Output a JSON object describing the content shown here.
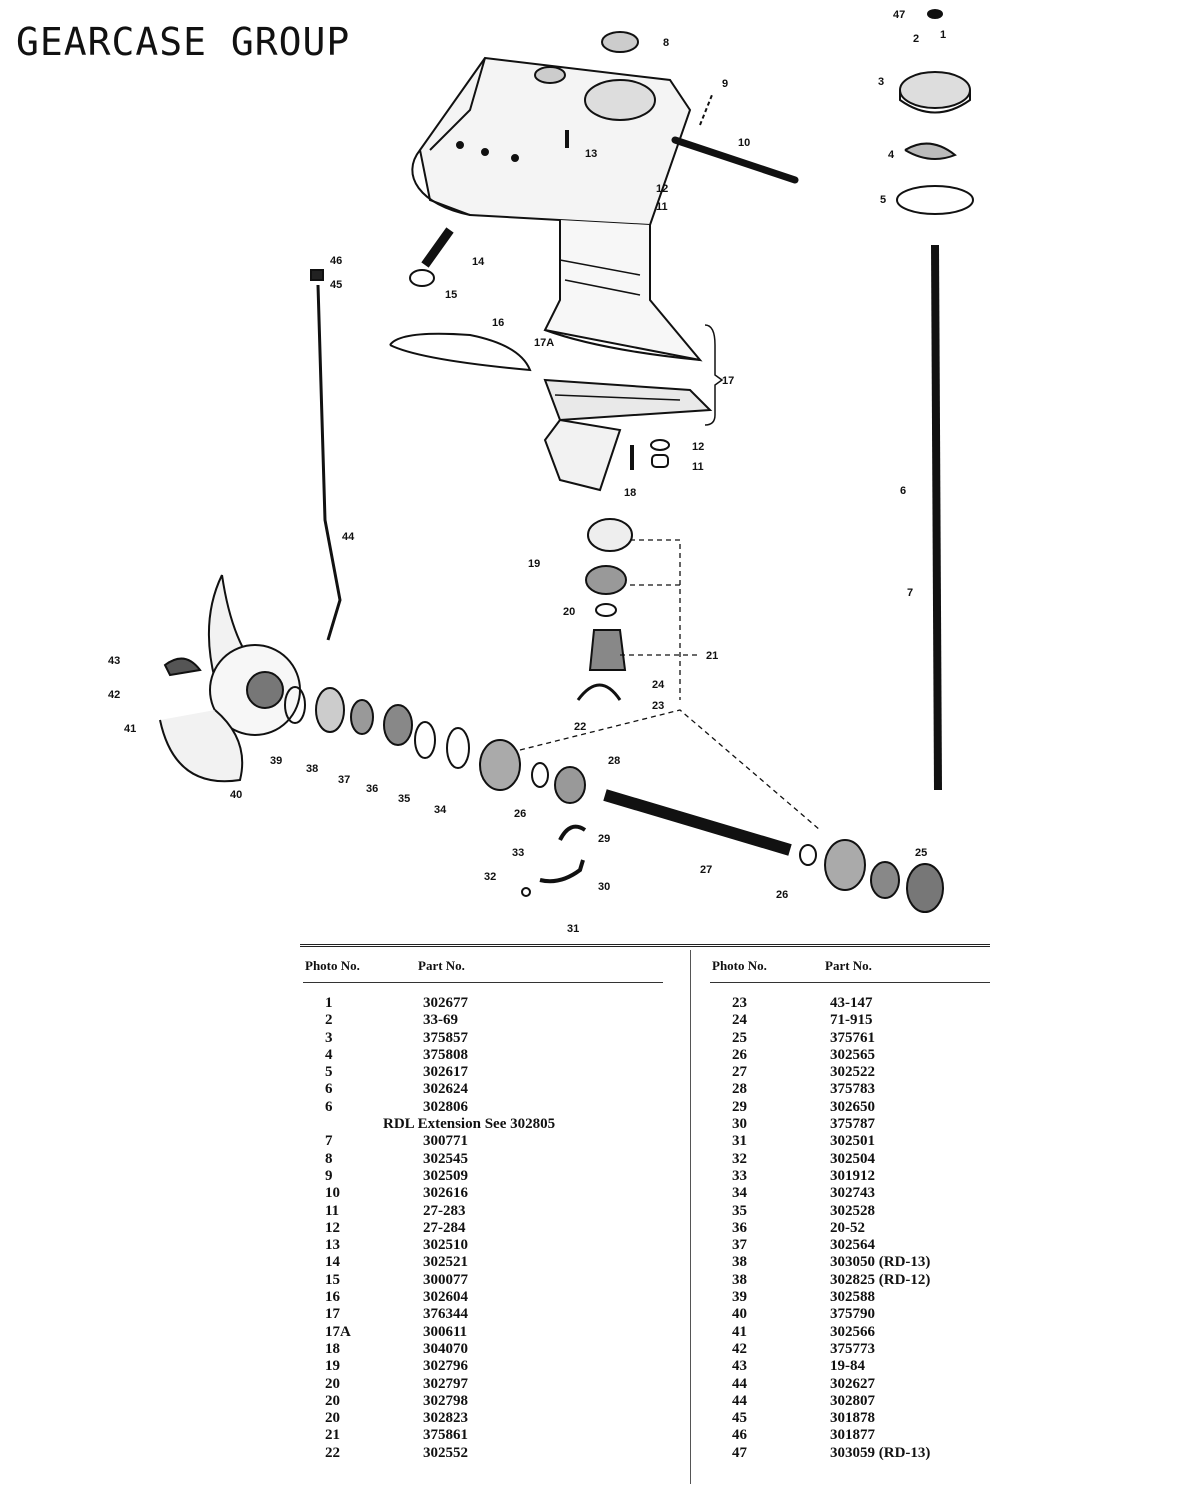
{
  "title": "GEARCASE GROUP",
  "callouts": {
    "c47": "47",
    "c2": "2",
    "c1": "1",
    "c3": "3",
    "c4": "4",
    "c5": "5",
    "c8": "8",
    "c9": "9",
    "c10": "10",
    "c13": "13",
    "c12a": "12",
    "c11a": "11",
    "c14": "14",
    "c15": "15",
    "c16": "16",
    "c17A": "17A",
    "c17": "17",
    "c12b": "12",
    "c11b": "11",
    "c18": "18",
    "c46": "46",
    "c45": "45",
    "c44": "44",
    "c6": "6",
    "c7": "7",
    "c19": "19",
    "c20": "20",
    "c21": "21",
    "c24": "24",
    "c23": "23",
    "c22": "22",
    "c43": "43",
    "c42": "42",
    "c41": "41",
    "c39": "39",
    "c40": "40",
    "c38": "38",
    "c37": "37",
    "c36": "36",
    "c35": "35",
    "c34": "34",
    "c28": "28",
    "c26a": "26",
    "c29": "29",
    "c33": "33",
    "c32": "32",
    "c30": "30",
    "c31": "31",
    "c27": "27",
    "c26b": "26",
    "c25": "25"
  },
  "table": {
    "header_photo": "Photo No.",
    "header_part": "Part No.",
    "left_rows": [
      {
        "photo": "1",
        "part": "302677"
      },
      {
        "photo": "2",
        "part": "33-69"
      },
      {
        "photo": "3",
        "part": "375857"
      },
      {
        "photo": "4",
        "part": "375808"
      },
      {
        "photo": "5",
        "part": "302617"
      },
      {
        "photo": "6",
        "part": "302624"
      },
      {
        "photo": "6",
        "part": "302806"
      },
      {
        "photo": "",
        "part": "RDL Extension See 302805",
        "note": true
      },
      {
        "photo": "7",
        "part": "300771"
      },
      {
        "photo": "8",
        "part": "302545"
      },
      {
        "photo": "9",
        "part": "302509"
      },
      {
        "photo": "10",
        "part": "302616"
      },
      {
        "photo": "11",
        "part": "27-283"
      },
      {
        "photo": "12",
        "part": "27-284"
      },
      {
        "photo": "13",
        "part": "302510"
      },
      {
        "photo": "14",
        "part": "302521"
      },
      {
        "photo": "15",
        "part": "300077"
      },
      {
        "photo": "16",
        "part": "302604"
      },
      {
        "photo": "17",
        "part": "376344"
      },
      {
        "photo": "17A",
        "part": "300611"
      },
      {
        "photo": "18",
        "part": "304070"
      },
      {
        "photo": "19",
        "part": "302796"
      },
      {
        "photo": "20",
        "part": "302797"
      },
      {
        "photo": "20",
        "part": "302798"
      },
      {
        "photo": "20",
        "part": "302823"
      },
      {
        "photo": "21",
        "part": "375861"
      },
      {
        "photo": "22",
        "part": "302552"
      }
    ],
    "right_rows": [
      {
        "photo": "23",
        "part": "43-147"
      },
      {
        "photo": "24",
        "part": "71-915"
      },
      {
        "photo": "25",
        "part": "375761"
      },
      {
        "photo": "26",
        "part": "302565"
      },
      {
        "photo": "27",
        "part": "302522"
      },
      {
        "photo": "28",
        "part": "375783"
      },
      {
        "photo": "29",
        "part": "302650"
      },
      {
        "photo": "30",
        "part": "375787"
      },
      {
        "photo": "31",
        "part": "302501"
      },
      {
        "photo": "32",
        "part": "302504"
      },
      {
        "photo": "33",
        "part": "301912"
      },
      {
        "photo": "34",
        "part": "302743"
      },
      {
        "photo": "35",
        "part": "302528"
      },
      {
        "photo": "36",
        "part": "20-52"
      },
      {
        "photo": "37",
        "part": "302564"
      },
      {
        "photo": "38",
        "part": "303050 (RD-13)"
      },
      {
        "photo": "38",
        "part": "302825 (RD-12)"
      },
      {
        "photo": "39",
        "part": "302588"
      },
      {
        "photo": "40",
        "part": "375790"
      },
      {
        "photo": "41",
        "part": "302566"
      },
      {
        "photo": "42",
        "part": "375773"
      },
      {
        "photo": "43",
        "part": "19-84"
      },
      {
        "photo": "44",
        "part": "302627"
      },
      {
        "photo": "44",
        "part": "302807"
      },
      {
        "photo": "45",
        "part": "301878"
      },
      {
        "photo": "46",
        "part": "301877"
      },
      {
        "photo": "47",
        "part": "303059 (RD-13)"
      }
    ]
  }
}
